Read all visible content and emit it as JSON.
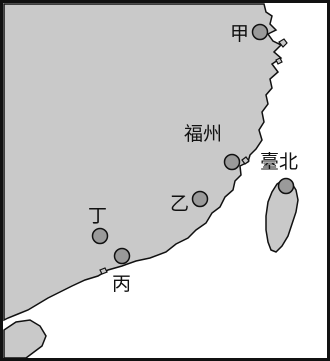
{
  "map": {
    "colors": {
      "land": "#c9c9c9",
      "sea": "#ffffff",
      "border": "#111111",
      "marker_fill": "#9a9a9a",
      "marker_stroke": "#111111"
    },
    "labels": {
      "jia": "甲",
      "fuzhou": "福州",
      "taipei": "臺北",
      "yi": "乙",
      "ding": "丁",
      "bing": "丙"
    }
  }
}
